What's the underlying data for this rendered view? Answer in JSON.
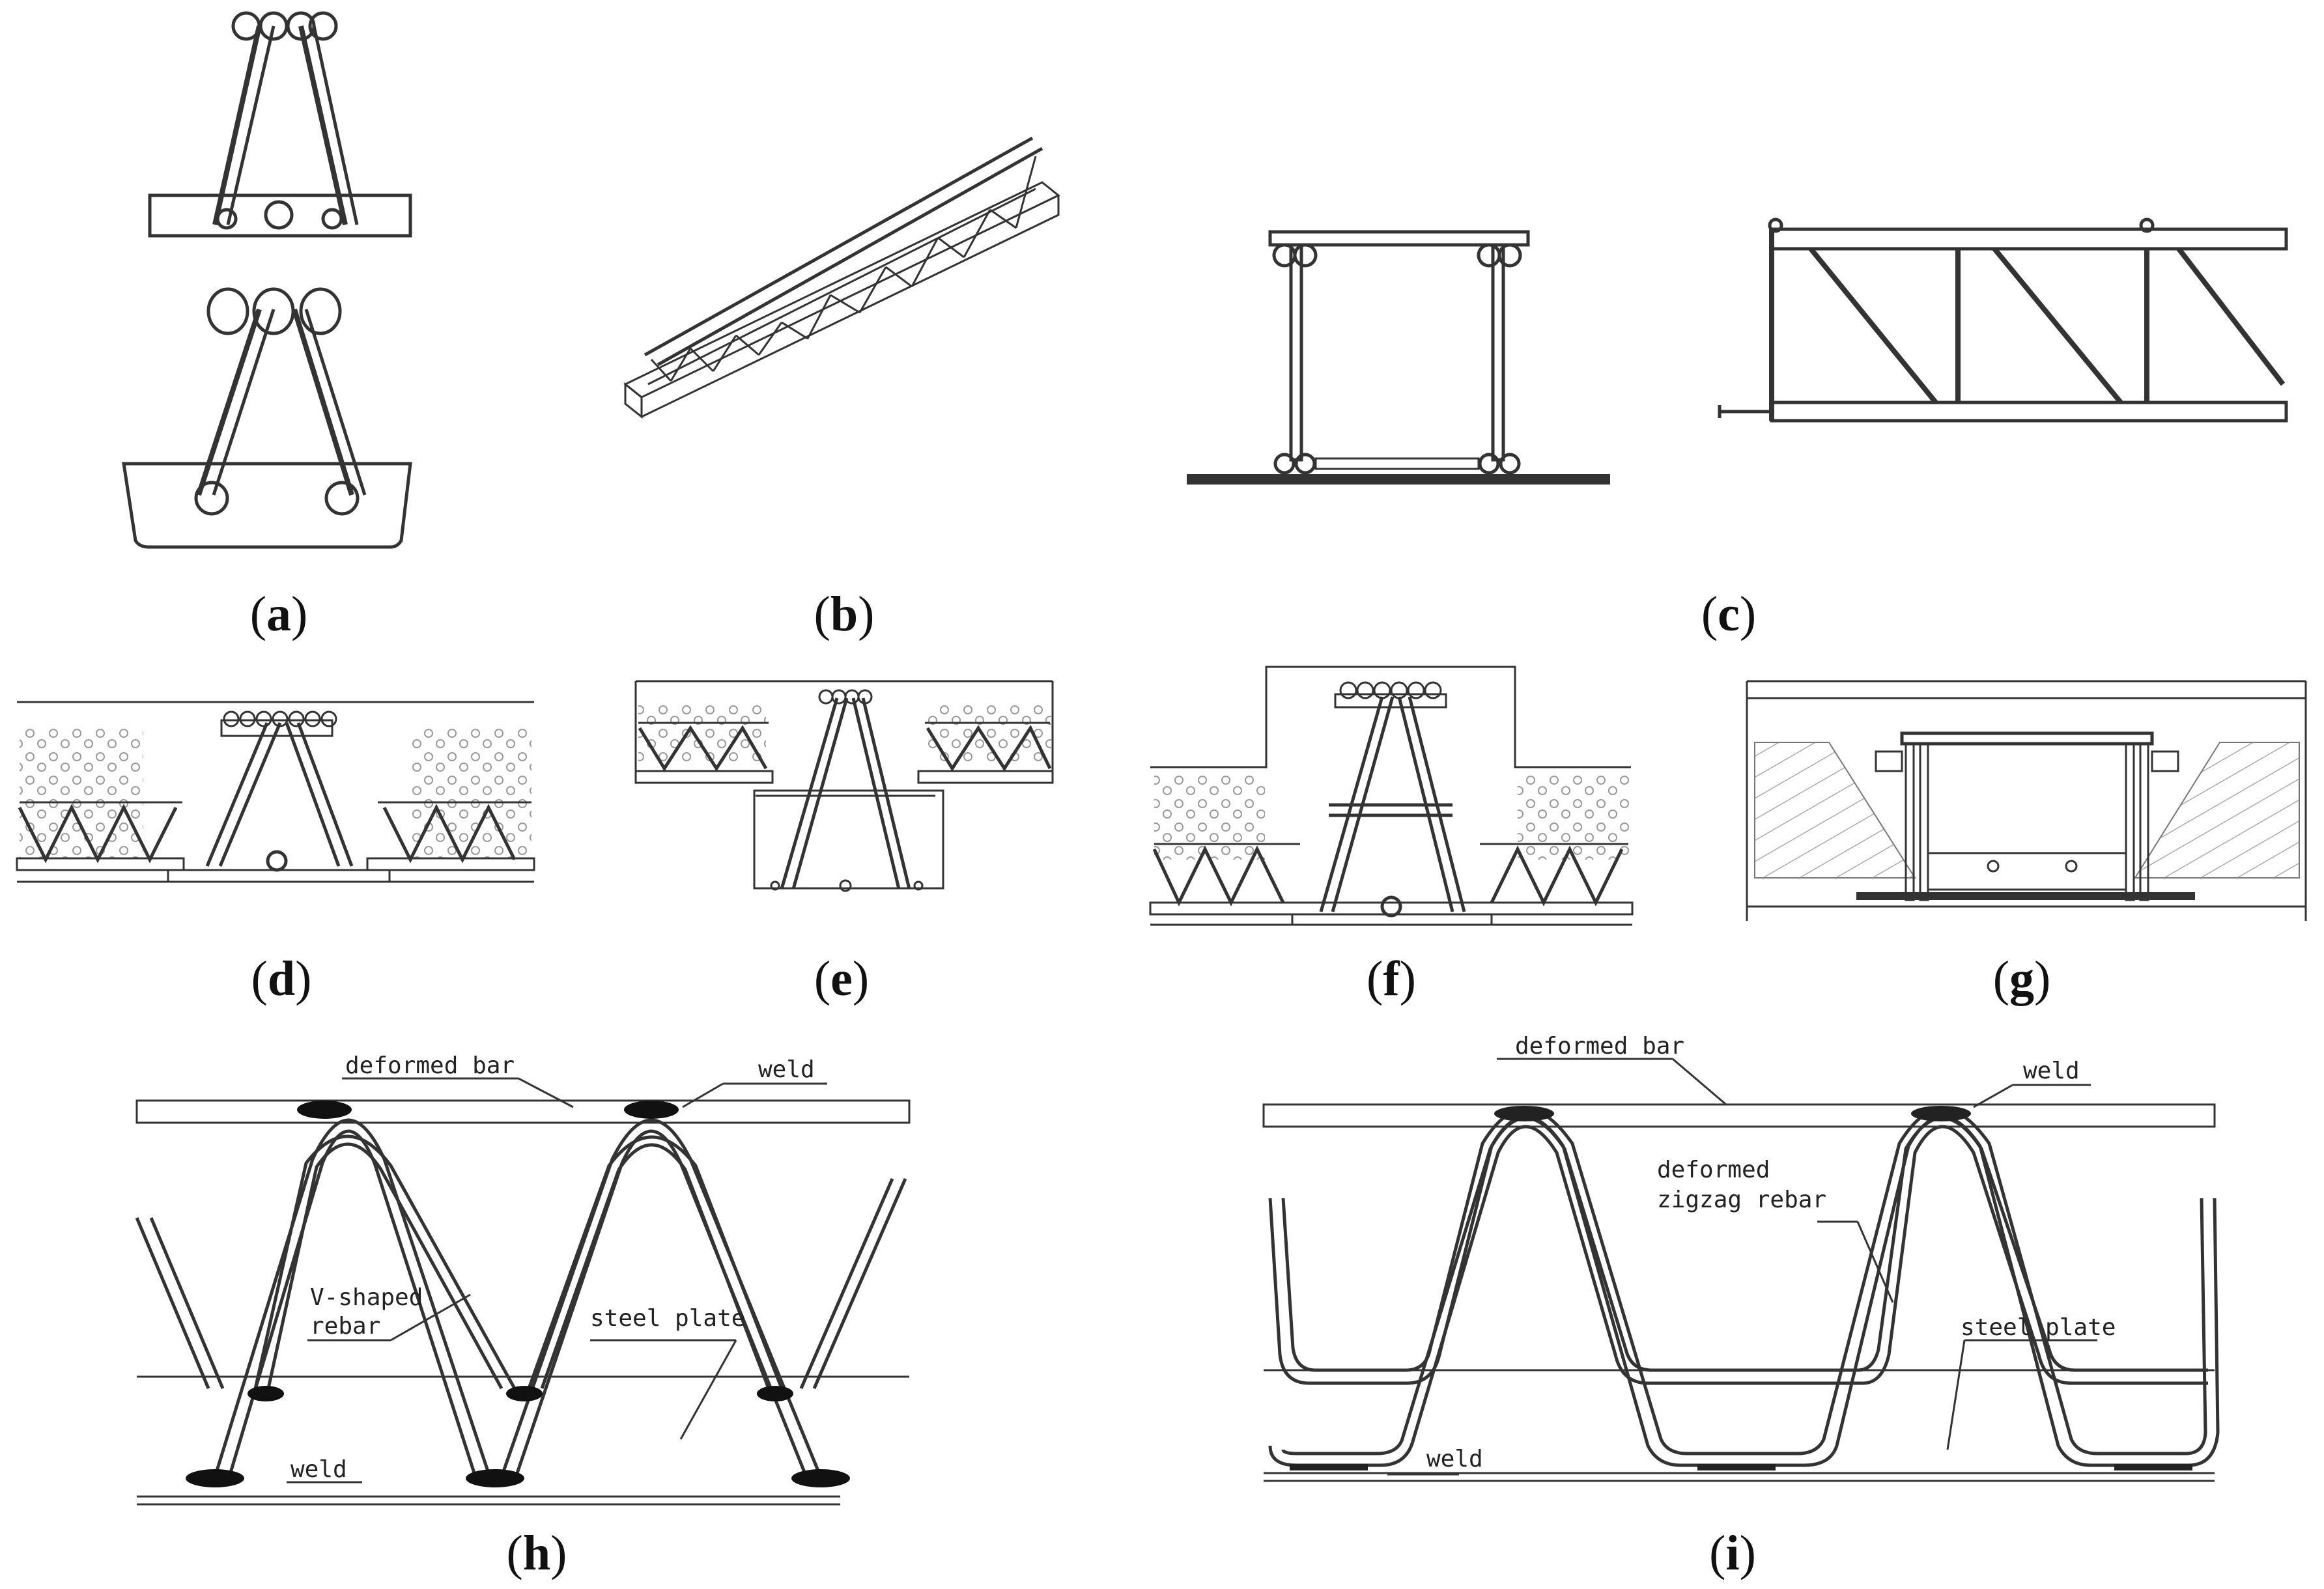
{
  "panels": {
    "a": {
      "letter": "a"
    },
    "b": {
      "letter": "b"
    },
    "c": {
      "letter": "c"
    },
    "d": {
      "letter": "d"
    },
    "e": {
      "letter": "e"
    },
    "f": {
      "letter": "f"
    },
    "g": {
      "letter": "g"
    },
    "h": {
      "letter": "h"
    },
    "i": {
      "letter": "i"
    }
  },
  "labels": {
    "h": {
      "deformed_bar": "deformed bar",
      "weld_top": "weld",
      "v_shaped_rebar_1": "V-shaped",
      "v_shaped_rebar_2": "rebar",
      "steel_plate": "steel plate",
      "weld_bottom": "weld"
    },
    "i": {
      "deformed_bar": "deformed bar",
      "weld_top": "weld",
      "zigzag_1": "deformed",
      "zigzag_2": "zigzag rebar",
      "steel_plate": "steel plate",
      "weld_bottom": "weld"
    }
  },
  "colors": {
    "line": "#333333",
    "fill_hatch": "#888888",
    "background": "#ffffff"
  }
}
